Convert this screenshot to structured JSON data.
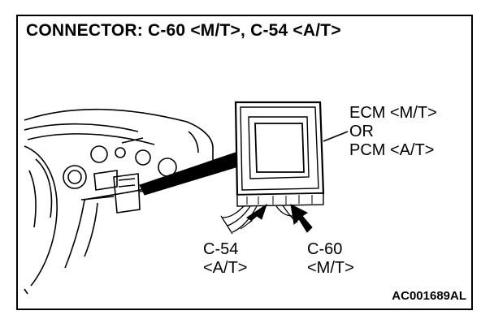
{
  "title": "CONNECTOR: C-60 <M/T>, C-54 <A/T>",
  "module_label": {
    "line1": "ECM <M/T>",
    "line2": "OR",
    "line3": "PCM <A/T>"
  },
  "left_connector": {
    "line1": "C-54",
    "line2": "<A/T>"
  },
  "right_connector": {
    "line1": "C-60",
    "line2": "<M/T>"
  },
  "figure_code": "AC001689AL"
}
